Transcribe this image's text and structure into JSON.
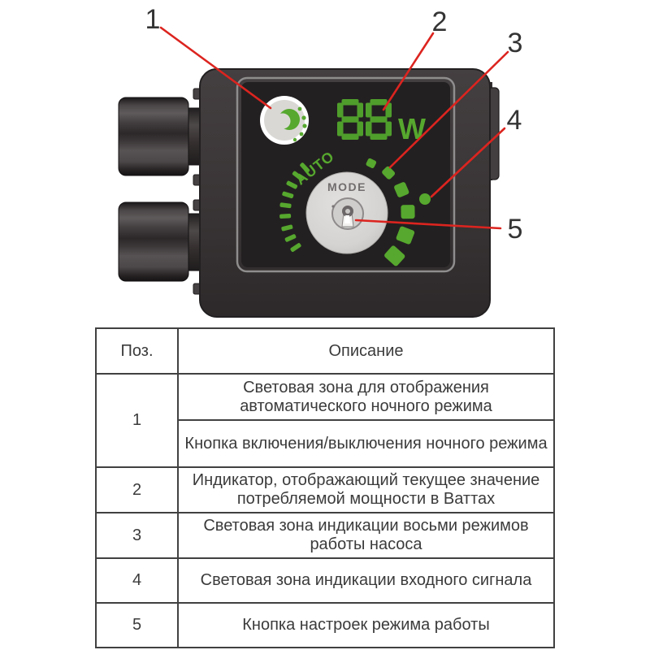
{
  "figure": {
    "device": {
      "display_value": "88",
      "display_unit": "W",
      "auto_label": "AUTO",
      "mode_label": "MODE",
      "icons": [
        "crescent-moon-icon",
        "keyhole-icon",
        "input-signal-dot"
      ]
    },
    "callouts": [
      {
        "n": "1"
      },
      {
        "n": "2"
      },
      {
        "n": "3"
      },
      {
        "n": "4"
      },
      {
        "n": "5"
      }
    ],
    "colors": {
      "led_green": "#56a82e",
      "digit_green": "#4f9e2c",
      "callout_red": "#dc241f",
      "device_body": "#3b3637",
      "panel_black": "#232021",
      "mode_button_gray": "#d7d5d3"
    }
  },
  "table": {
    "headers": {
      "pos": "Поз.",
      "desc": "Описание"
    },
    "rows": [
      {
        "pos": "1",
        "desc": [
          "Световая зона для отображения автоматического ночного режима",
          "Кнопка включения/выключения ночного режима"
        ]
      },
      {
        "pos": "2",
        "desc": [
          "Индикатор, отображающий текущее значение потребляемой мощности в Ваттах"
        ]
      },
      {
        "pos": "3",
        "desc": [
          "Световая зона индикации восьми режимов работы насоса"
        ]
      },
      {
        "pos": "4",
        "desc": [
          "Световая зона индикации входного сигнала"
        ]
      },
      {
        "pos": "5",
        "desc": [
          "Кнопка настроек режима работы"
        ]
      }
    ]
  }
}
